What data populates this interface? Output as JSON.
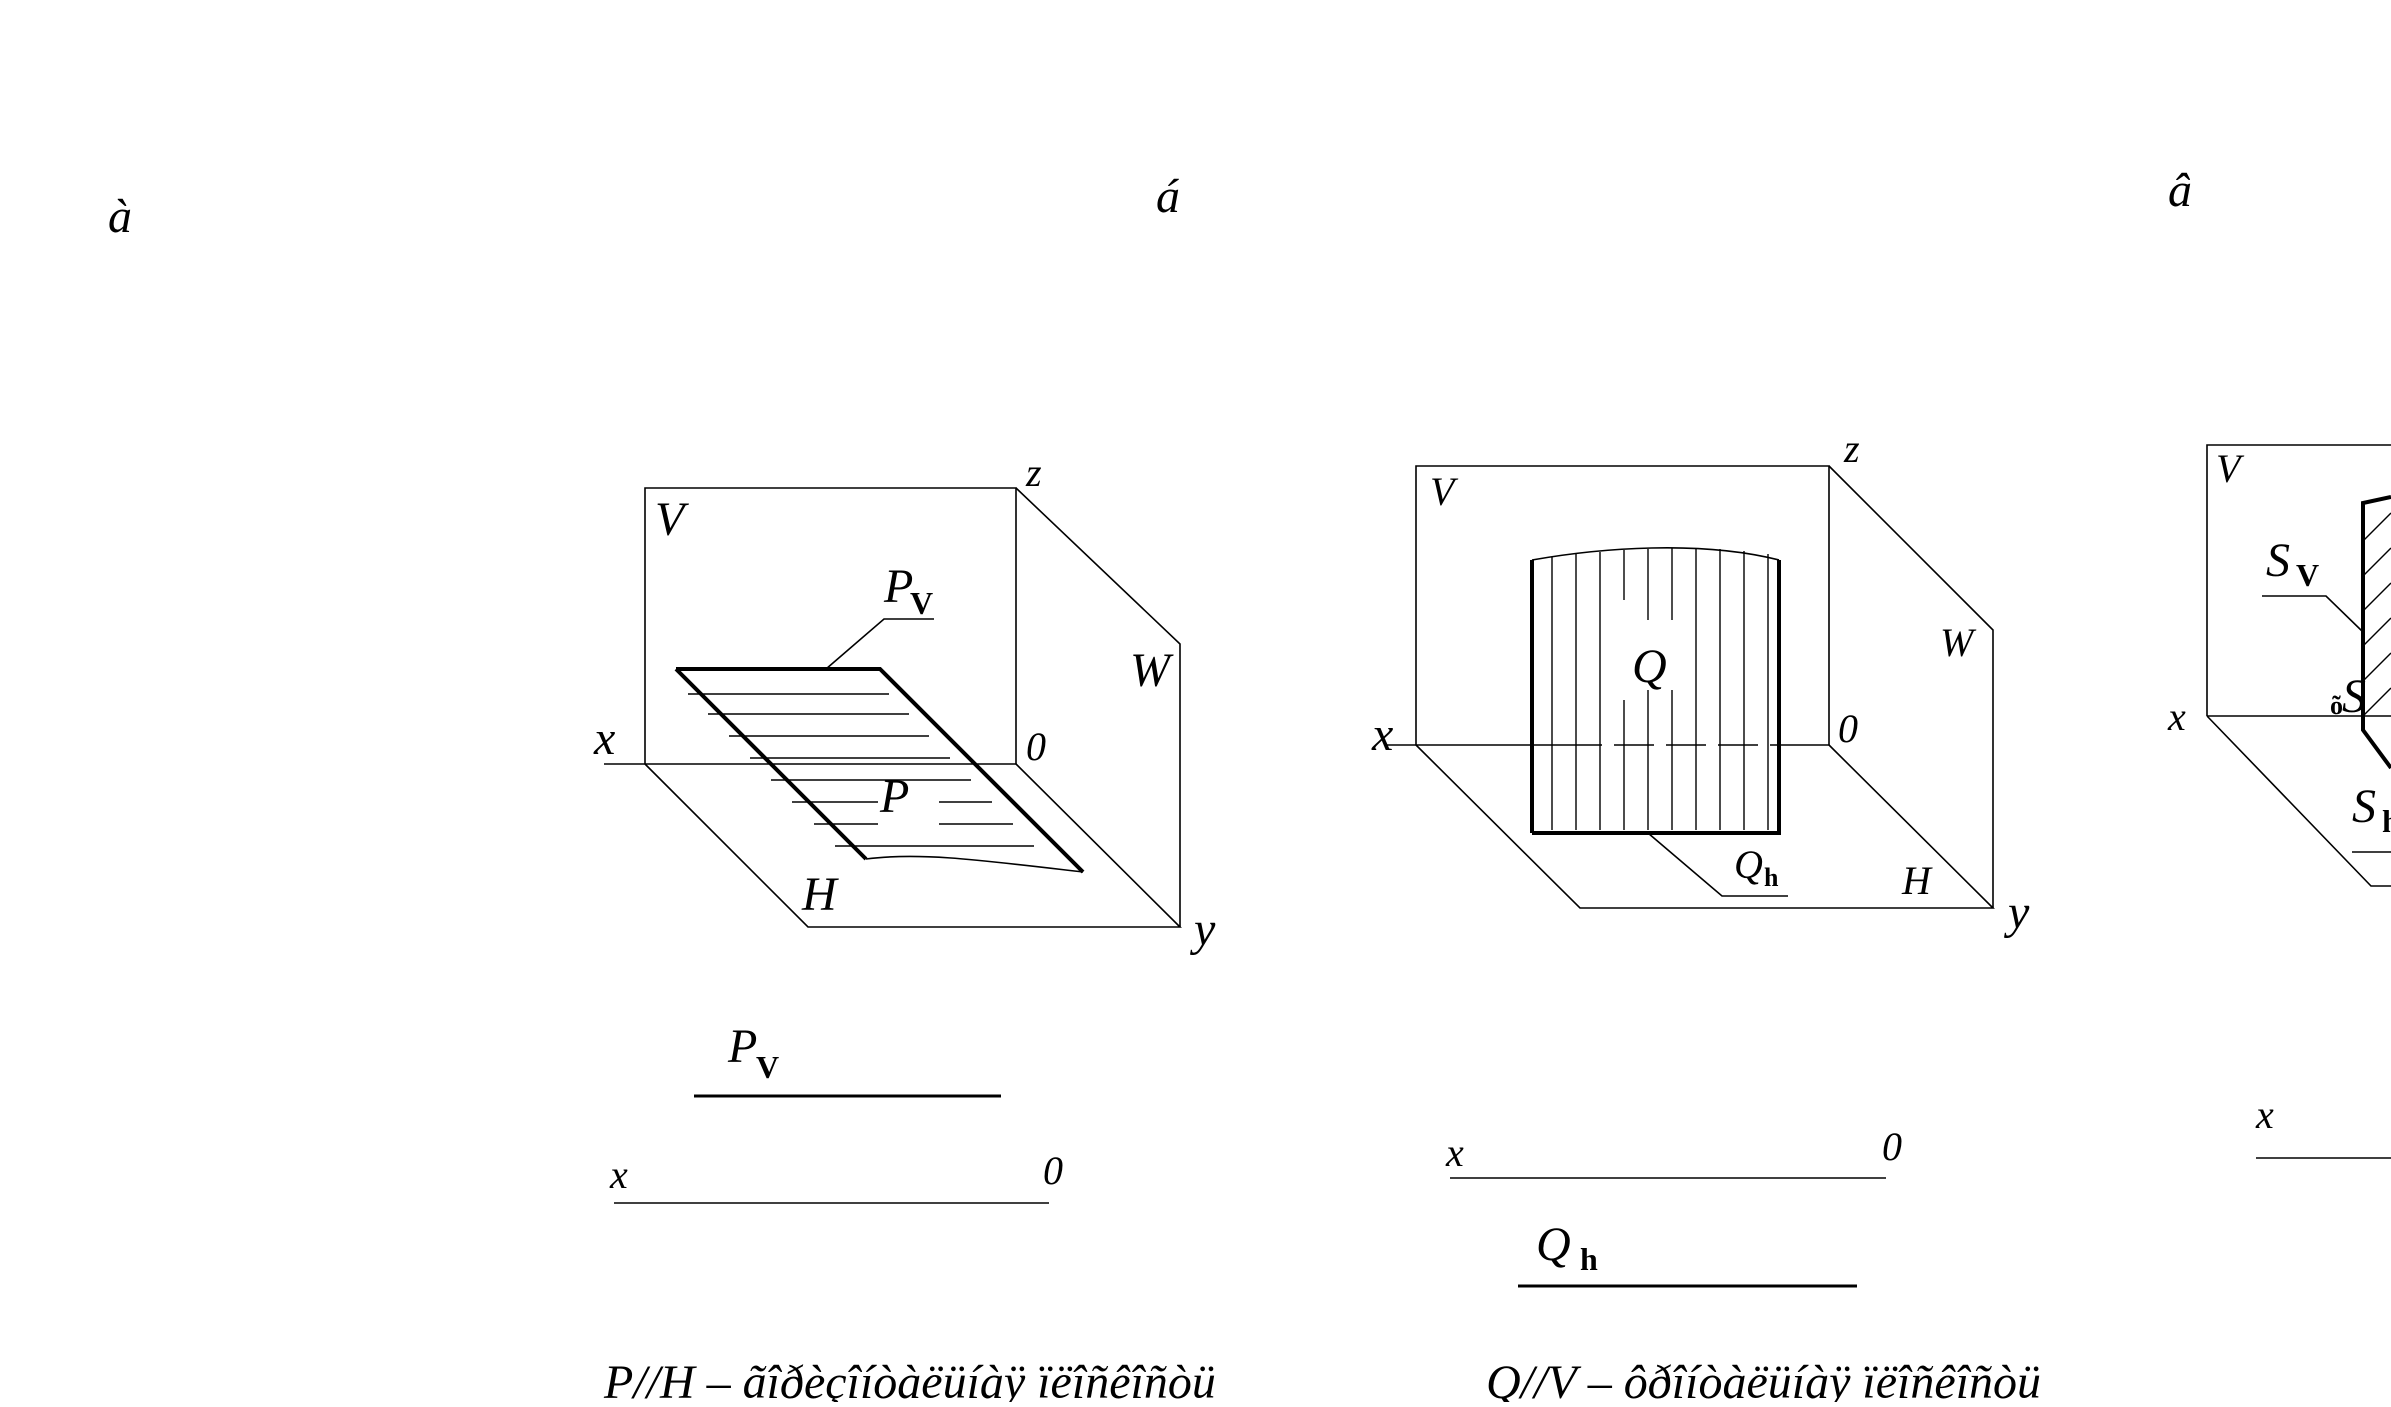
{
  "panels": {
    "a": {
      "letter": "à"
    },
    "b": {
      "letter": "á"
    },
    "c": {
      "letter": "â"
    }
  },
  "fig1": {
    "V": "V",
    "W": "W",
    "H": "H",
    "z": "z",
    "x": "x",
    "y": "y",
    "o": "0",
    "plane": "P",
    "trace": "P",
    "trace_sub": "V",
    "proj_trace": "P",
    "proj_trace_sub": "V",
    "proj_x": "x",
    "proj_o": "0",
    "caption": "P//H – ãîðèçîíòàëüíàÿ ïëîñêîñòü"
  },
  "fig2": {
    "V": "V",
    "W": "W",
    "H": "H",
    "z": "z",
    "x": "x",
    "y": "y",
    "o": "0",
    "plane": "Q",
    "trace": "Q",
    "trace_sub": "h",
    "proj_trace": "Q",
    "proj_trace_sub": "h",
    "proj_x": "x",
    "proj_o": "0",
    "caption": "Q//V – ôðîíòàëüíàÿ ïëîñêîñòü"
  },
  "fig3": {
    "V": "V",
    "x": "x",
    "trace_v": "S",
    "trace_v_sub": "V",
    "trace_x": "S",
    "trace_x_sub": "õ",
    "trace_h": "S",
    "trace_h_sub": "h",
    "proj_x": "x"
  }
}
